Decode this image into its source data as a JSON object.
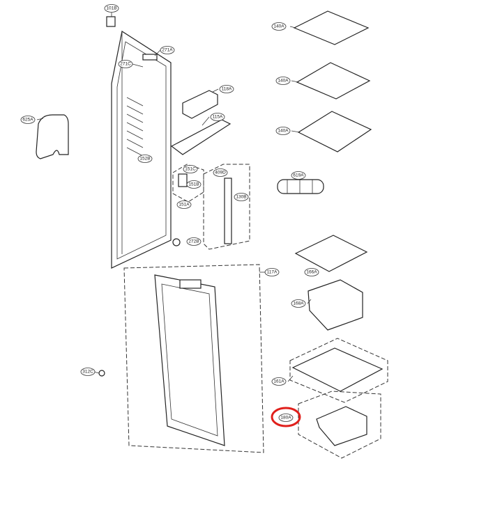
{
  "diagram": {
    "callouts": [
      "101B",
      "271A",
      "271C",
      "625A",
      "118A",
      "115A",
      "152B",
      "151C",
      "151B",
      "151A",
      "409D",
      "130B",
      "272B",
      "117A",
      "312C",
      "140A",
      "140A",
      "140A",
      "619A",
      "166A",
      "168A",
      "161A",
      "180A"
    ],
    "highlight": {
      "label": "180A",
      "color": "#e0201c"
    }
  }
}
